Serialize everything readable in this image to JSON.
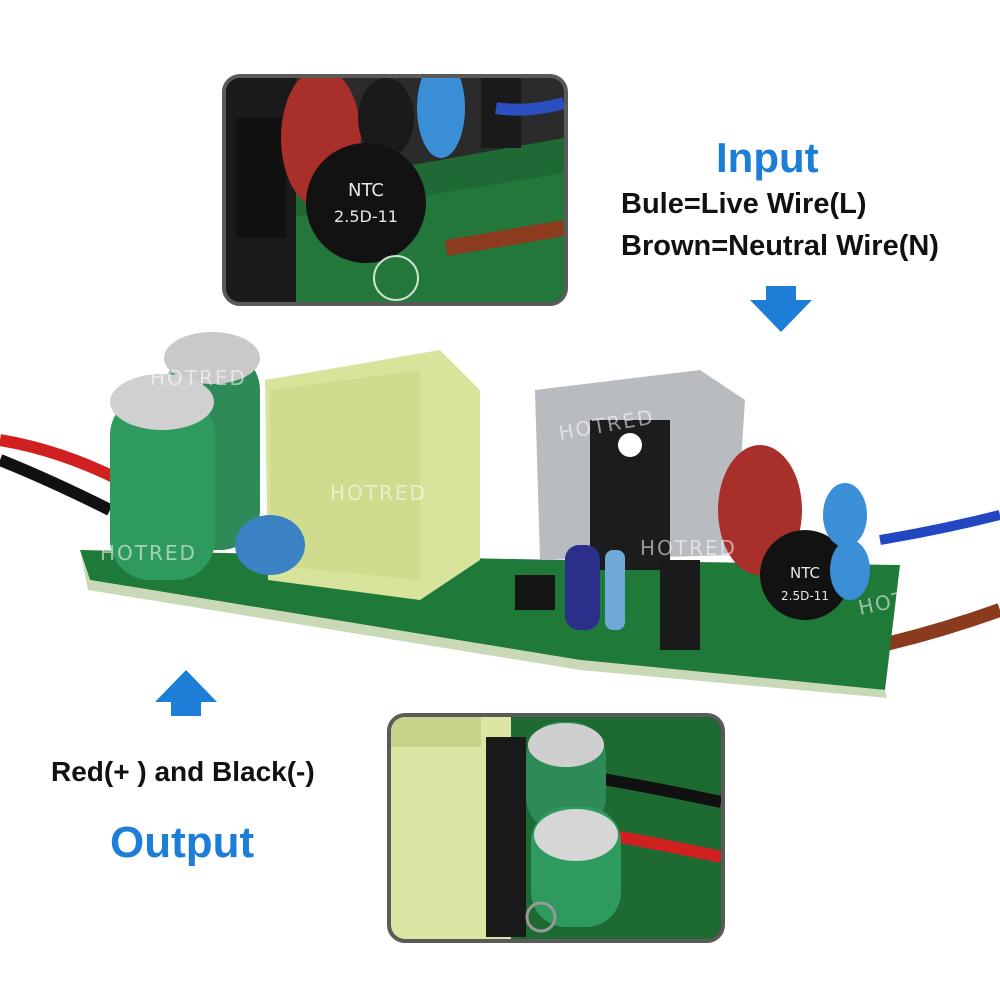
{
  "input": {
    "title": "Input",
    "line1": "Bule=Live Wire(L)",
    "line2": "Brown=Neutral Wire(N)"
  },
  "output": {
    "title": "Output",
    "line1": "Red(+ ) and Black(-)"
  },
  "components": {
    "ntc_top": "NTC",
    "ntc_bottom": "2.5D-11",
    "watermark": "HOTRED"
  },
  "colors": {
    "accent_blue": "#1c7ed6",
    "pcb_green": "#1f7a3a",
    "border_gray": "#5a5a5a"
  }
}
